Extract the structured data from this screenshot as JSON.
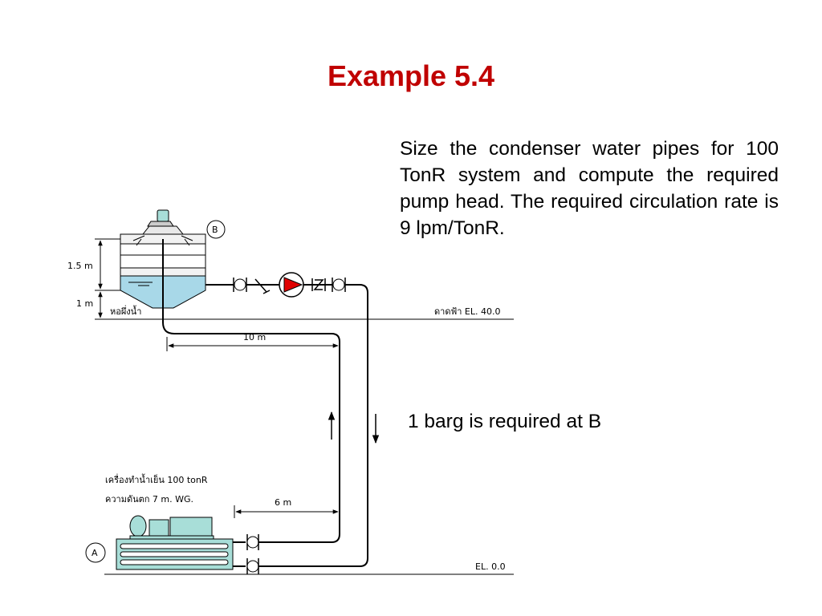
{
  "slide": {
    "title": "Example 5.4",
    "problem_text": "Size the condenser water pipes for 100 TonR system and compute the required pump head. The required circulation rate is 9 lpm/TonR.",
    "pressure_note": "1 barg is required at B"
  },
  "diagram": {
    "labels": {
      "point_b": "B",
      "point_a": "A",
      "height_tower": "1.5 m",
      "height_basin": "1 m",
      "tower_name": "หอผึ่งน้ำ",
      "roof_elevation": "ดาดฟ้า EL. 40.0",
      "horizontal_top": "10 m",
      "horizontal_bottom": "6 m",
      "chiller_name": "เครื่องทำน้ำเย็น 100 tonR",
      "chiller_pressure_drop": "ความดันตก 7 m. WG.",
      "ground_elevation": "EL. 0.0"
    },
    "colors": {
      "title": "#c00000",
      "pump": "#e00000",
      "equipment_fill": "#a8ded8",
      "water_fill": "#a8d8e8"
    }
  }
}
